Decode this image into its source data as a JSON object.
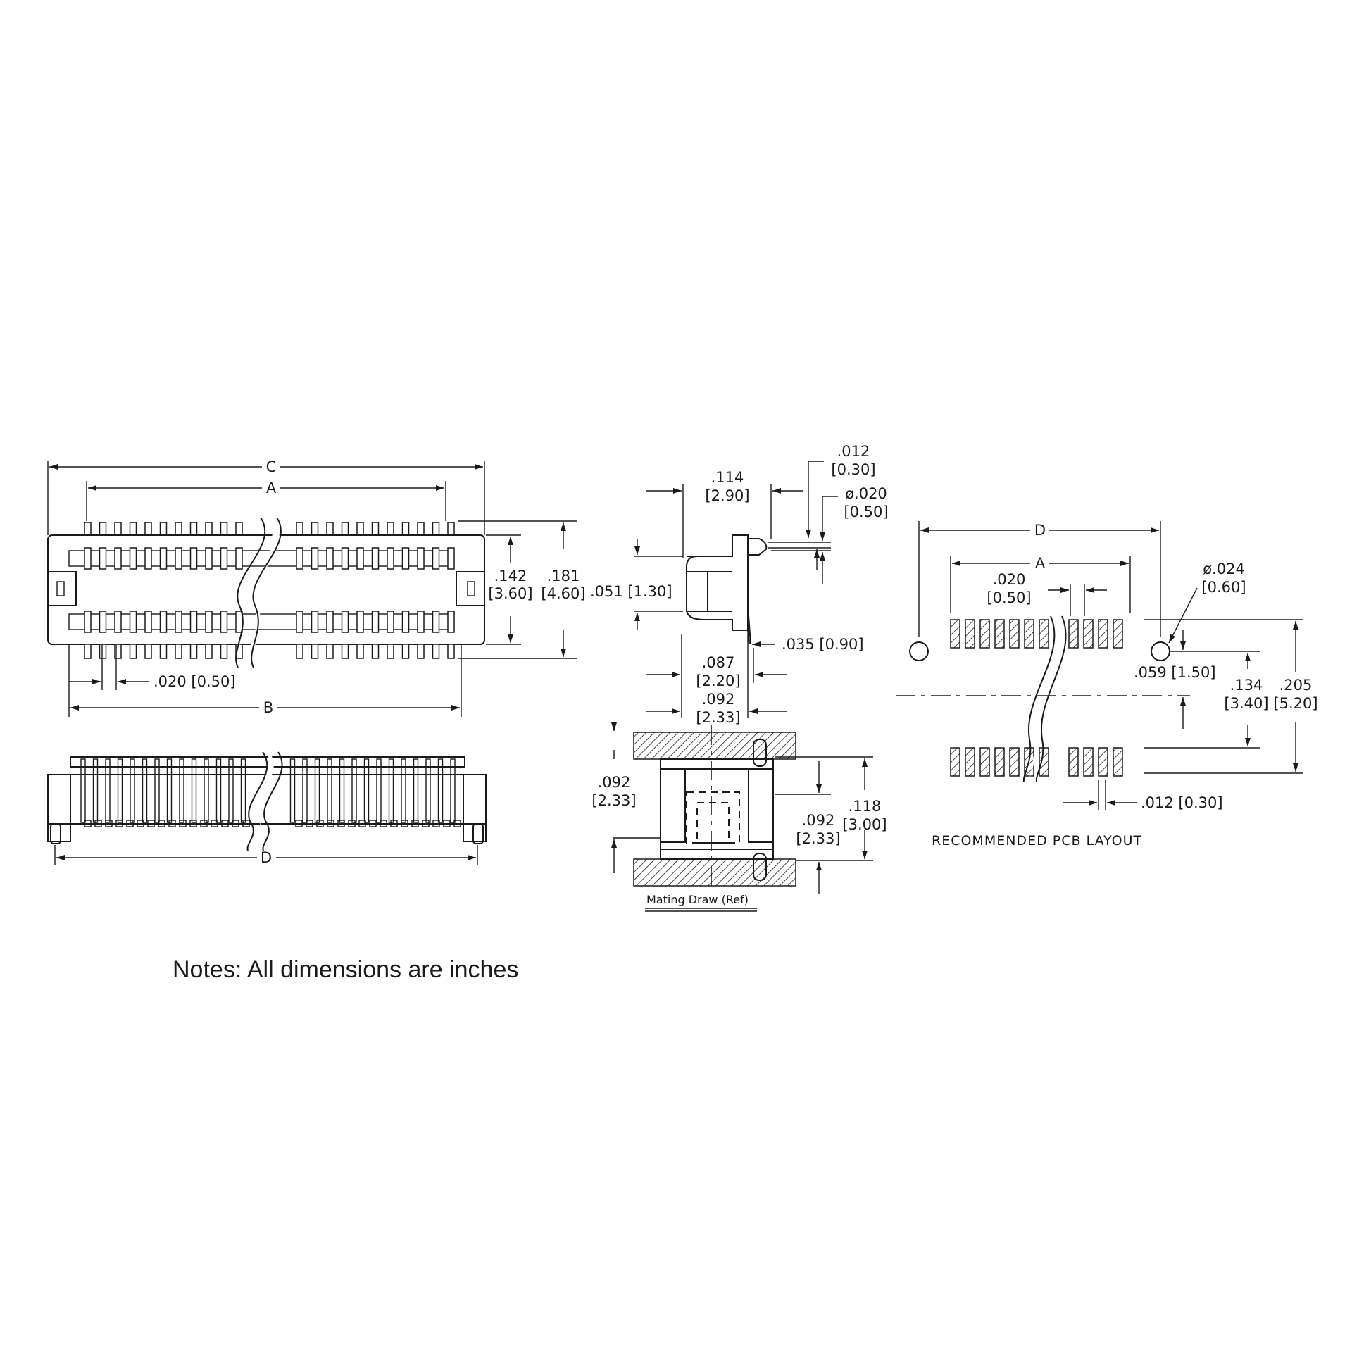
{
  "dims": {
    "C": "C",
    "A_top": "A",
    "B": "B",
    "D_side": "D",
    "pitch": ".020  [0.50]",
    "w142_in": ".142",
    "w142_mm": "[3.60]",
    "w181_in": ".181",
    "w181_mm": "[4.60]",
    "d051": ".051  [1.30]",
    "d114_in": ".114",
    "d114_mm": "[2.90]",
    "d012_in": ".012",
    "d012_mm": "[0.30]",
    "phi020_in": "ø.020",
    "phi020_mm": "[0.50]",
    "d035": ".035  [0.90]",
    "d087_in": ".087",
    "d087_mm": "[2.20]",
    "d092a_in": ".092",
    "d092a_mm": "[2.33]",
    "d092b_in": ".092",
    "d092b_mm": "[2.33]",
    "d092c_in": ".092",
    "d092c_mm": "[2.33]",
    "d118_in": ".118",
    "d118_mm": "[3.00]",
    "mating": "Mating Draw (Ref)",
    "D_pcb": "D",
    "A_pcb": "A",
    "pcb020_in": ".020",
    "pcb020_mm": "[0.50]",
    "phi024_in": "ø.024",
    "phi024_mm": "[0.60]",
    "d059": ".059  [1.50]",
    "d134_in": ".134",
    "d134_mm": "[3.40]",
    "d205_in": ".205",
    "d205_mm": "[5.20]",
    "pcb012": ".012  [0.30]",
    "pcb_title": "RECOMMENDED  PCB  LAYOUT"
  },
  "notes": "Notes: All dimensions are inches"
}
